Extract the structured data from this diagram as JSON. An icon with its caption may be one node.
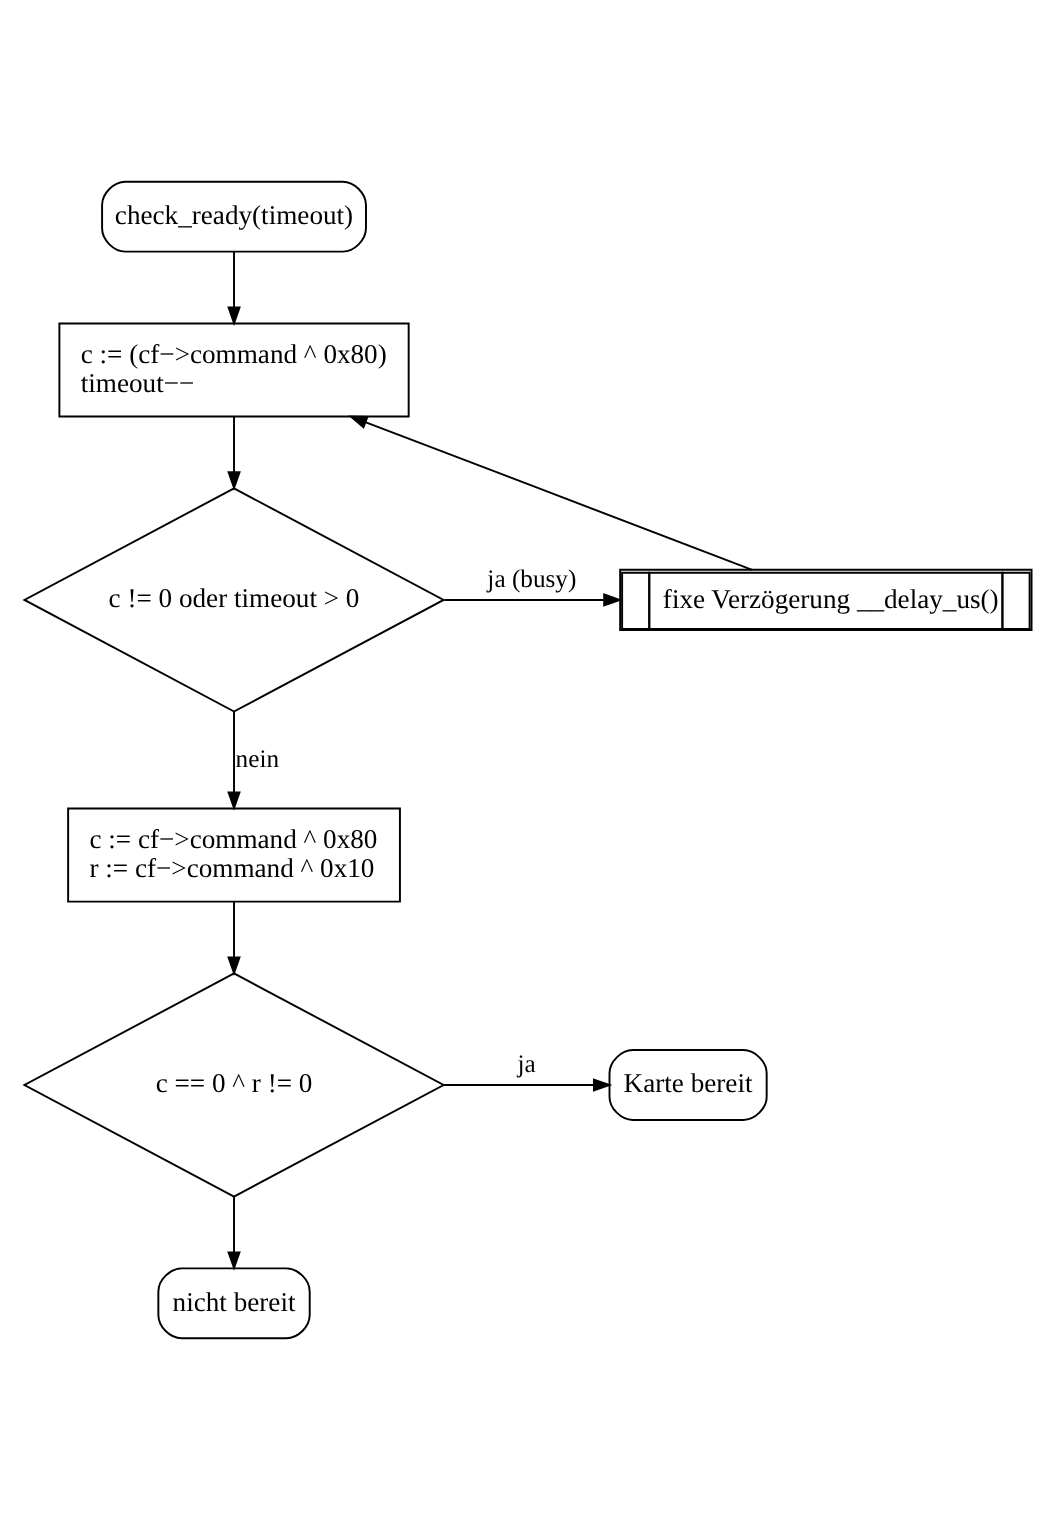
{
  "diagram": {
    "nodes": [
      {
        "text": [
          "check_ready(timeout)"
        ]
      },
      {
        "text": [
          "c := (cf−>command ^ 0x80)",
          "timeout−−"
        ]
      },
      {
        "text": [
          "c != 0 oder timeout > 0"
        ]
      },
      {
        "text": [
          "fixe Verzögerung __delay_us()"
        ]
      },
      {
        "text": [
          "c := cf−>command ^ 0x80",
          "r := cf−>command ^ 0x10"
        ]
      },
      {
        "text": [
          "c == 0 ^ r != 0"
        ]
      },
      {
        "text": [
          "Karte bereit"
        ]
      },
      {
        "text": [
          "nicht bereit"
        ]
      }
    ],
    "edges": [
      {
        "from": 0,
        "to": 1,
        "arrow": "to"
      },
      {
        "from": 1,
        "to": 2,
        "arrow": "to"
      },
      {
        "from": 2,
        "to": 3,
        "arrow": "to",
        "label": "ja (busy)"
      },
      {
        "from": 3,
        "to": 1,
        "arrow": "to"
      },
      {
        "from": 2,
        "to": 4,
        "arrow": "to",
        "label": "nein"
      },
      {
        "from": 4,
        "to": 5,
        "arrow": "to"
      },
      {
        "from": 5,
        "to": 6,
        "arrow": "to",
        "label": "ja"
      },
      {
        "from": 5,
        "to": 7,
        "arrow": "to"
      }
    ]
  }
}
